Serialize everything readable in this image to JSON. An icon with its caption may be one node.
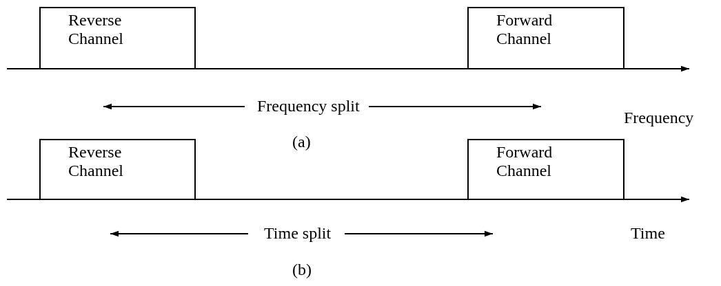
{
  "diagram": {
    "nodes": [
      {
        "text": [
          "Reverse Channel"
        ]
      },
      {
        "text": [
          "Forward Channel"
        ]
      },
      {
        "text": [
          "Reverse Channel"
        ]
      },
      {
        "text": [
          "Forward Channel"
        ]
      }
    ],
    "labels": [
      "Frequency split",
      "Frequency",
      "(a)",
      "Time split",
      "Time",
      "(b)"
    ]
  }
}
